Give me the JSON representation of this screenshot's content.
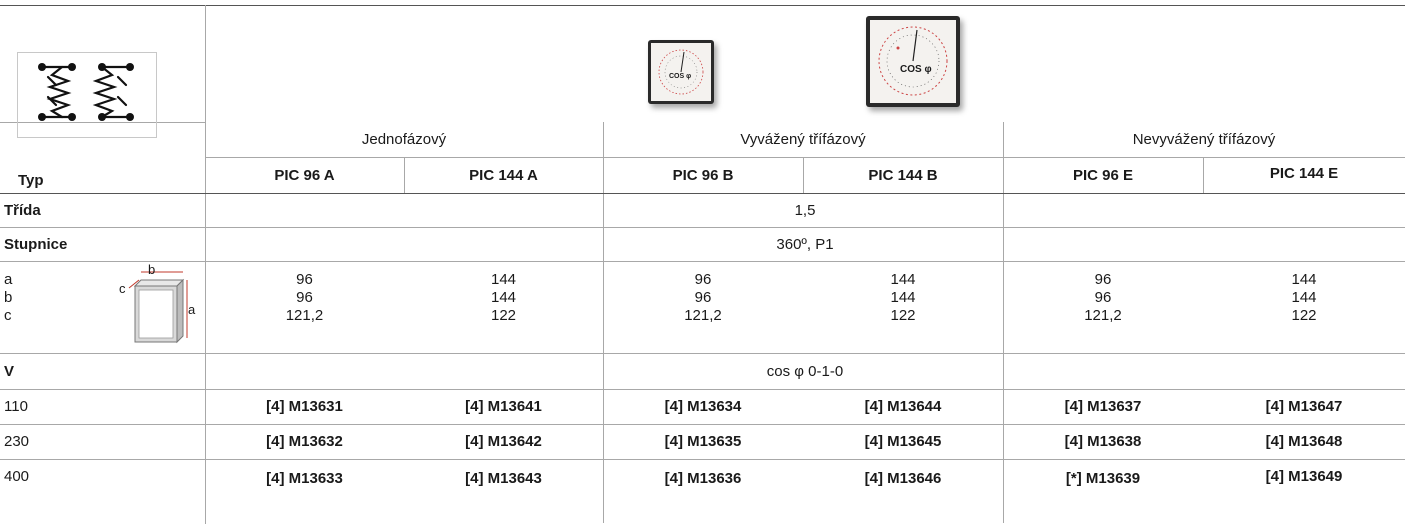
{
  "header": {
    "group_single": "Jednofázový",
    "group_balanced": "Vyvážený třífázový",
    "group_unbalanced": "Nevyvážený třífázový",
    "type_label": "Typ",
    "models": [
      "PIC 96 A",
      "PIC 144 A",
      "PIC 96 B",
      "PIC 144 B",
      "PIC 96 E",
      "PIC 144 E"
    ]
  },
  "meters": {
    "small_label": "COS φ",
    "large_label": "COS φ"
  },
  "rows": {
    "class_label": "Třída",
    "class_value": "1,5",
    "scale_label": "Stupnice",
    "scale_value": "360º, P1",
    "dim_labels": [
      "a",
      "b",
      "c"
    ],
    "dim_diagram": {
      "a": "a",
      "b": "b",
      "c": "c"
    },
    "dims": [
      [
        "96",
        "96",
        "121,2"
      ],
      [
        "144",
        "144",
        "122"
      ],
      [
        "96",
        "96",
        "121,2"
      ],
      [
        "144",
        "144",
        "122"
      ],
      [
        "96",
        "96",
        "121,2"
      ],
      [
        "144",
        "144",
        "122"
      ]
    ],
    "voltage_label": "V",
    "voltage_value": "cos φ 0-1-0",
    "voltages": [
      {
        "v": "110",
        "codes": [
          "[4] M13631",
          "[4] M13641",
          "[4] M13634",
          "[4] M13644",
          "[4] M13637",
          "[4] M13647"
        ]
      },
      {
        "v": "230",
        "codes": [
          "[4] M13632",
          "[4] M13642",
          "[4] M13635",
          "[4] M13645",
          "[4] M13638",
          "[4] M13648"
        ]
      },
      {
        "v": "400",
        "codes": [
          "[4] M13633",
          "[4] M13643",
          "[4] M13636",
          "[4] M13646",
          "[*] M13639",
          "[4] M13649"
        ]
      }
    ]
  }
}
